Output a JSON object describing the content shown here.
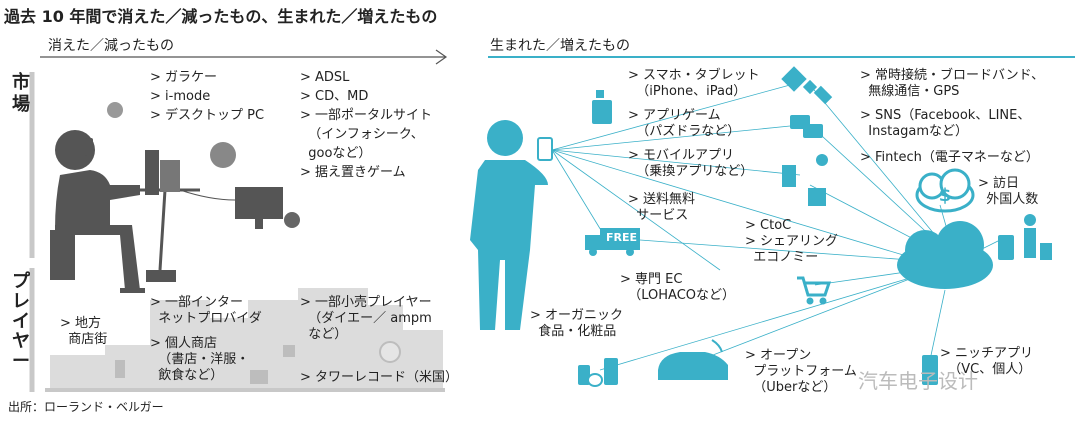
{
  "title": "過去 10 年間で消えた／減ったもの、生まれた／増えたもの",
  "left_header": "消えた／減ったもの",
  "right_header": "生まれた／増えたもの",
  "side_labels": {
    "market": "市場",
    "player": "プレイヤー"
  },
  "market_lost_col1": "> ガラケー\n> i-mode\n> デスクトップ PC",
  "market_lost_col2": "> ADSL\n> CD、MD\n> 一部ポータルサイト\n  （インフォシーク、\n  gooなど）\n> 据え置きゲーム",
  "player_lost": {
    "local_shops": "> 地方\n  商店街",
    "isp": "> 一部インター\n  ネットプロバイダ",
    "private_shops": "> 個人商店\n  （書店・洋服・\n  飲食など）",
    "small_retailers": "> 一部小売プレイヤー\n  （ダイエー／ ampm\n  など）",
    "tower_records": "> タワーレコード（米国）"
  },
  "new_items": {
    "smartphone": "> スマホ・タブレット\n  （iPhone、iPad）",
    "app_games": "> アプリゲーム\n  （パズドラなど）",
    "mobile_apps": "> モバイルアプリ\n  （乗換アプリなど）",
    "free_shipping": "> 送料無料\n  サービス",
    "ctoc": "> CtoC\n> シェアリング\n  エコノミー",
    "special_ec": "> 専門 EC\n  （LOHACOなど）",
    "organic": "> オーガニック\n  食品・化粧品",
    "open_platform": "> オープン\n  プラットフォーム\n  （Uberなど）",
    "broadband": "> 常時接続・ブロードバンド、\n  無線通信・GPS",
    "sns": "> SNS（Facebook、LINE、\n  Instagamなど）",
    "fintech": "> Fintech（電子マネーなど）",
    "visitors": "> 訪日\n  外国人数",
    "niche_apps": "> ニッチアプリ\n  （VC、個人）"
  },
  "free_label": "FREE",
  "source": "出所：ローランド・ベルガー",
  "watermark": "汽车电子设计",
  "colors": {
    "accent": "#3ab0c8",
    "grey": "#c8c8c8",
    "dark": "#555555"
  },
  "icons": [
    "person-at-desk-icon",
    "satellite-icon",
    "chat-icon",
    "cloud-icon",
    "dollar-icon",
    "truck-icon",
    "cart-icon",
    "car-icon",
    "traveler-icon"
  ]
}
